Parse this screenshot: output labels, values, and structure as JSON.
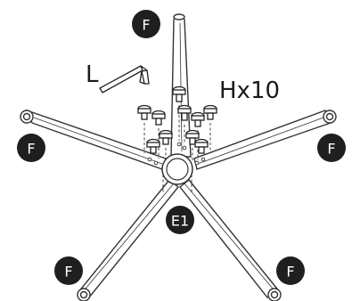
{
  "diagram": {
    "labels": {
      "tool": "L",
      "screws": "Hx10"
    },
    "badges": [
      {
        "id": "top",
        "text": "F"
      },
      {
        "id": "left",
        "text": "F"
      },
      {
        "id": "right",
        "text": "F"
      },
      {
        "id": "bottom-left",
        "text": "F"
      },
      {
        "id": "bottom-right",
        "text": "F"
      },
      {
        "id": "hub",
        "text": "E1"
      }
    ],
    "colors": {
      "ink": "#1a1a1a",
      "badge_fill": "#1f1f1f",
      "badge_text": "#ffffff",
      "line": "#333333"
    }
  }
}
